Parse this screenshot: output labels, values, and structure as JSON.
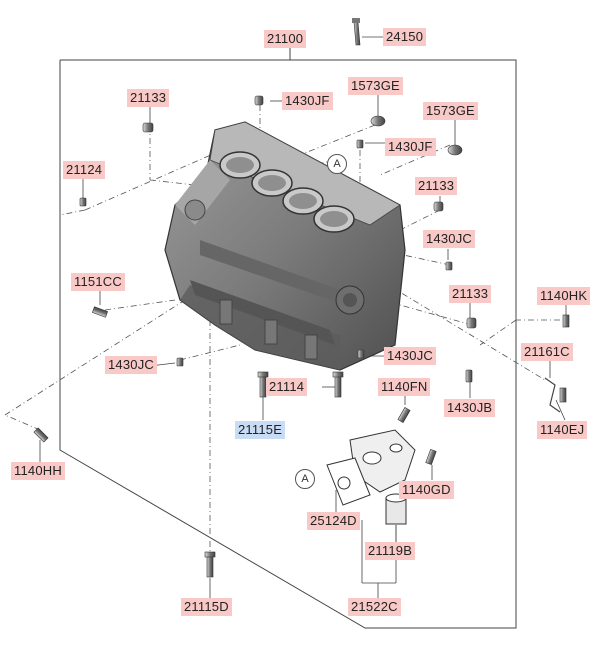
{
  "parts": [
    {
      "id": "p21100",
      "text": "21100"
    },
    {
      "id": "p24150",
      "text": "24150"
    },
    {
      "id": "p21133a",
      "text": "21133"
    },
    {
      "id": "p1430JF1",
      "text": "1430JF"
    },
    {
      "id": "p1573GE1",
      "text": "1573GE"
    },
    {
      "id": "p1573GE2",
      "text": "1573GE"
    },
    {
      "id": "p1430JF2",
      "text": "1430JF"
    },
    {
      "id": "p21124",
      "text": "21124"
    },
    {
      "id": "p21133b",
      "text": "21133"
    },
    {
      "id": "p1430JC1",
      "text": "1430JC"
    },
    {
      "id": "p1151CC",
      "text": "1151CC"
    },
    {
      "id": "p21133c",
      "text": "21133"
    },
    {
      "id": "p1140HK",
      "text": "1140HK"
    },
    {
      "id": "p21161C",
      "text": "21161C"
    },
    {
      "id": "p1430JC2",
      "text": "1430JC"
    },
    {
      "id": "p1430JC3",
      "text": "1430JC"
    },
    {
      "id": "p21114",
      "text": "21114"
    },
    {
      "id": "p1140FN",
      "text": "1140FN"
    },
    {
      "id": "p1430JB",
      "text": "1430JB"
    },
    {
      "id": "p1140EJ",
      "text": "1140EJ"
    },
    {
      "id": "p21115E",
      "text": "21115E"
    },
    {
      "id": "p1140HH",
      "text": "1140HH"
    },
    {
      "id": "p1140GD",
      "text": "1140GD"
    },
    {
      "id": "p25124D",
      "text": "25124D"
    },
    {
      "id": "p21119B",
      "text": "21119B"
    },
    {
      "id": "p21115D",
      "text": "21115D"
    },
    {
      "id": "p21522C",
      "text": "21522C"
    }
  ],
  "callouts": [
    {
      "id": "a1",
      "text": "A"
    },
    {
      "id": "a2",
      "text": "A"
    }
  ],
  "colors": {
    "label_bg": "#f8c9c6",
    "label_highlight_bg": "#c8dcf5",
    "line": "#444444"
  }
}
